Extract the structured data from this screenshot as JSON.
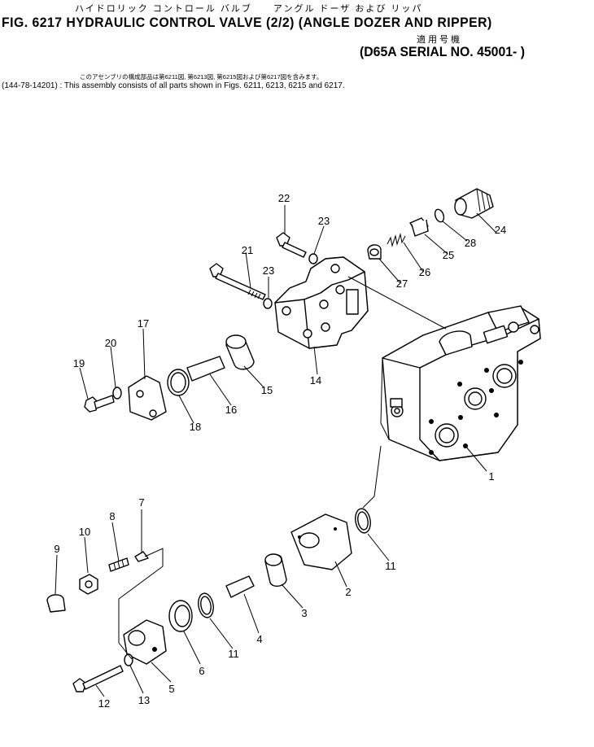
{
  "header": {
    "jp_title": "ハイドロリック コントロール バルブ　　アングル ドーザ および リッパ",
    "figure_title": "FIG. 6217  HYDRAULIC CONTROL VALVE (2/2) (ANGLE DOZER AND RIPPER)",
    "jp_applicable": "適用号機",
    "serial": "(D65A SERIAL NO. 45001- )",
    "jp_note": "このアセンブリの構成部品は第6211図, 第6213図, 第6215図および第6217図を含みます。",
    "en_note": "(144-78-14201) : This assembly consists of all parts shown in Figs. 6211, 6213, 6215 and 6217."
  },
  "parts": [
    {
      "no": "1"
    },
    {
      "no": "2"
    },
    {
      "no": "3"
    },
    {
      "no": "4"
    },
    {
      "no": "5"
    },
    {
      "no": "6"
    },
    {
      "no": "7"
    },
    {
      "no": "8"
    },
    {
      "no": "9"
    },
    {
      "no": "10"
    },
    {
      "no": "11"
    },
    {
      "no": "11"
    },
    {
      "no": "12"
    },
    {
      "no": "13"
    },
    {
      "no": "14"
    },
    {
      "no": "15"
    },
    {
      "no": "16"
    },
    {
      "no": "17"
    },
    {
      "no": "18"
    },
    {
      "no": "19"
    },
    {
      "no": "20"
    },
    {
      "no": "21"
    },
    {
      "no": "22"
    },
    {
      "no": "23"
    },
    {
      "no": "23"
    },
    {
      "no": "24"
    },
    {
      "no": "25"
    },
    {
      "no": "26"
    },
    {
      "no": "27"
    },
    {
      "no": "28"
    }
  ]
}
